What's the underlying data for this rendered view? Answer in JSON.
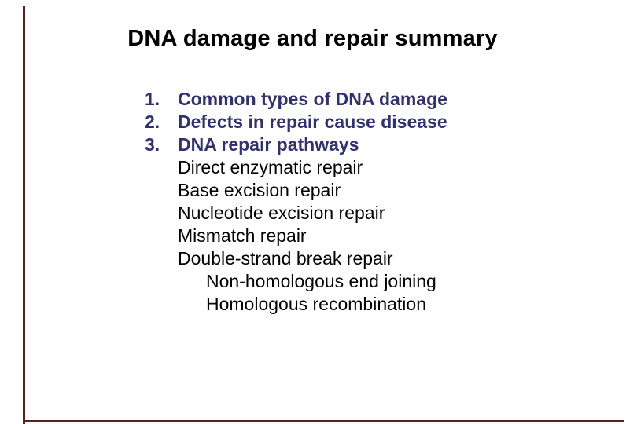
{
  "slide": {
    "title": "DNA damage and repair summary",
    "numbered_items": [
      {
        "number": "1.",
        "label": "Common types of DNA damage"
      },
      {
        "number": "2.",
        "label": "Defects in repair cause disease"
      },
      {
        "number": "3.",
        "label": "DNA repair pathways"
      }
    ],
    "sub_items": [
      "Direct enzymatic repair",
      "Base excision repair",
      "Nucleotide excision repair",
      "Mismatch repair",
      "Double-strand break repair"
    ],
    "nested_sub_items": [
      "Non-homologous end joining",
      "Homologous recombination"
    ],
    "colors": {
      "background": "#ffffff",
      "title_text": "#000000",
      "numbered_text": "#32316f",
      "body_text": "#000000",
      "accent_border": "#5e1f1f"
    }
  }
}
